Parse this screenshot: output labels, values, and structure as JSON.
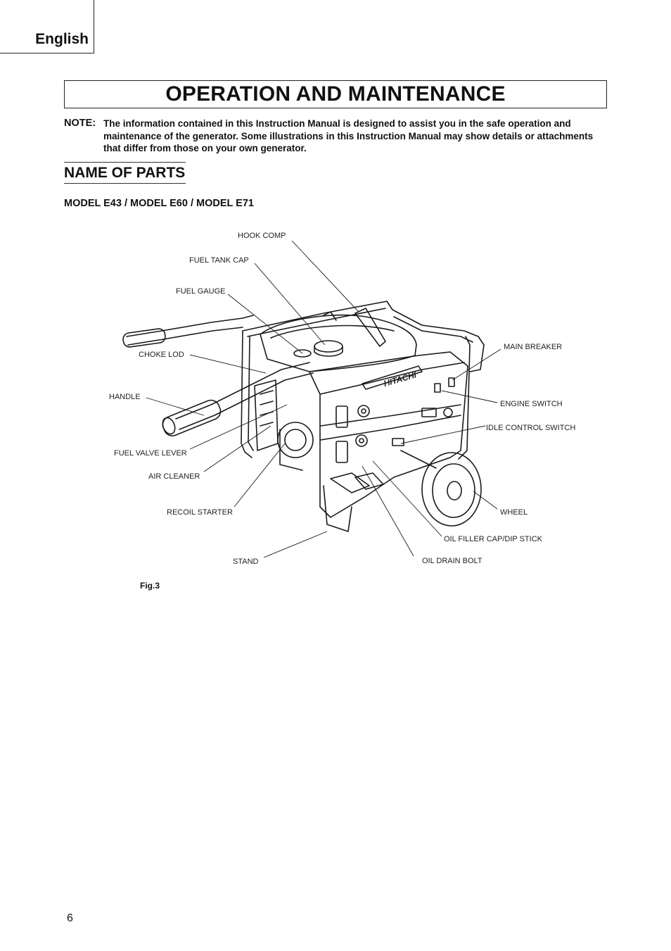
{
  "header": {
    "language": "English"
  },
  "title": "OPERATION AND MAINTENANCE",
  "note": {
    "label": "NOTE:",
    "text": "The information contained in this Instruction Manual is designed to assist you in the safe operation and maintenance of the generator. Some illustrations in this Instruction Manual may show details or attachments that differ from those on your own generator."
  },
  "section_title": "NAME OF PARTS",
  "model_line": "MODEL E43 / MODEL E60 / MODEL E71",
  "parts": {
    "hook_comp": "HOOK COMP",
    "fuel_tank_cap": "FUEL TANK CAP",
    "fuel_gauge": "FUEL GAUGE",
    "choke_lod": "CHOKE LOD",
    "handle": "HANDLE",
    "fuel_valve_lever": "FUEL VALVE LEVER",
    "air_cleaner": "AIR CLEANER",
    "recoil_starter": "RECOIL STARTER",
    "stand": "STAND",
    "main_breaker": "MAIN BREAKER",
    "engine_switch": "ENGINE SWITCH",
    "idle_control_switch": "IDLE CONTROL SWITCH",
    "wheel": "WHEEL",
    "oil_filler_cap": "OIL FILLER CAP/DIP STICK",
    "oil_drain_bolt": "OIL DRAIN BOLT"
  },
  "brand_logo": "HITACHI",
  "figure_label": "Fig.3",
  "page_number": "6"
}
